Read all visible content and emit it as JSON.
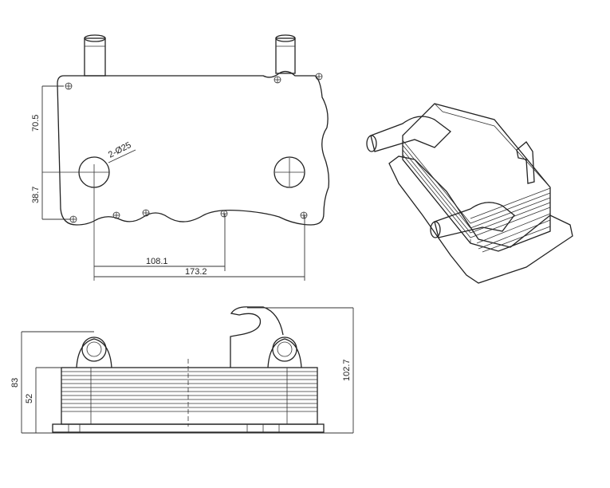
{
  "title": "Oil cooler technical drawing",
  "dimensions": {
    "top_view": {
      "height_upper": "70.5",
      "height_lower": "38.7",
      "hole_callout": "2-Ø25",
      "width_inner": "108.1",
      "width_outer": "173.2"
    },
    "side_view": {
      "overall_height": "83",
      "stack_height": "52",
      "bracket_height": "102.7"
    }
  }
}
